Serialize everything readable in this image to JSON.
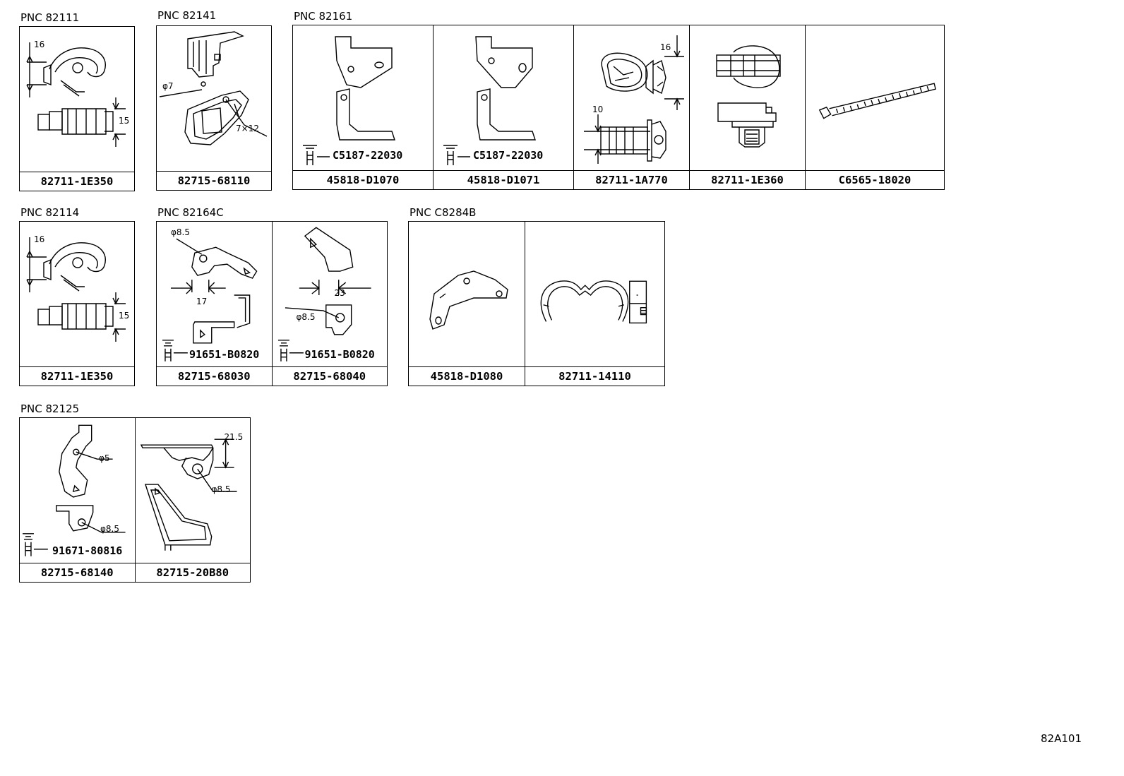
{
  "groups": [
    {
      "pnc": "PNC 82111",
      "cells": [
        {
          "part": "82711-1E350",
          "dims": [
            "16",
            "15"
          ]
        }
      ]
    },
    {
      "pnc": "PNC 82141",
      "cells": [
        {
          "part": "82715-68110",
          "dims": [
            "φ7",
            "7×12"
          ]
        }
      ]
    },
    {
      "pnc": "PNC 82161",
      "cells": [
        {
          "part": "45818-D1070",
          "bolt": "C5187-22030"
        },
        {
          "part": "45818-D1071",
          "bolt": "C5187-22030"
        },
        {
          "part": "82711-1A770",
          "dims": [
            "16",
            "10"
          ]
        },
        {
          "part": "82711-1E360"
        },
        {
          "part": "C6565-18020"
        }
      ]
    },
    {
      "pnc": "PNC 82114",
      "cells": [
        {
          "part": "82711-1E350",
          "dims": [
            "16",
            "15"
          ]
        }
      ]
    },
    {
      "pnc": "PNC 82164C",
      "cells": [
        {
          "part": "82715-68030",
          "bolt": "91651-B0820",
          "dims": [
            "φ8.5",
            "17"
          ]
        },
        {
          "part": "82715-68040",
          "bolt": "91651-B0820",
          "dims": [
            "23",
            "φ8.5"
          ]
        }
      ]
    },
    {
      "pnc": "PNC C8284B",
      "cells": [
        {
          "part": "45818-D1080"
        },
        {
          "part": "82711-14110"
        }
      ]
    },
    {
      "pnc": "PNC 82125",
      "cells": [
        {
          "part": "82715-68140",
          "bolt": "91671-80816",
          "dims": [
            "φ5",
            "φ8.5"
          ]
        },
        {
          "part": "82715-20B80",
          "dims": [
            "21.5",
            "φ8.5"
          ]
        }
      ]
    }
  ],
  "diagram_ref": "82A101"
}
